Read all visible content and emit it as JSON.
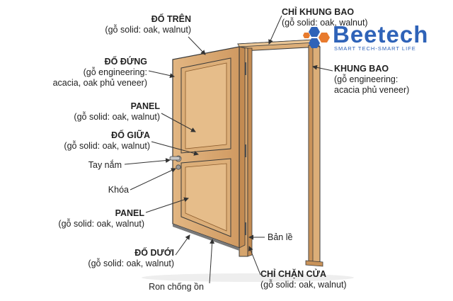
{
  "labels": {
    "do_tren": {
      "title": "ĐỐ TRÊN",
      "sub": "(gỗ solid: oak, walnut)"
    },
    "do_dung": {
      "title": "ĐỐ ĐỨNG",
      "sub1": "(gỗ engineering:",
      "sub2": "acacia, oak phủ veneer)"
    },
    "panel_top": {
      "title": "PANEL",
      "sub": "(gỗ solid: oak, walnut)"
    },
    "do_giua": {
      "title": "ĐỐ GIỮA",
      "sub": "(gỗ solid: oak, walnut)"
    },
    "tay_nam": {
      "text": "Tay nắm"
    },
    "khoa": {
      "text": "Khóa"
    },
    "panel_bottom": {
      "title": "PANEL",
      "sub": "(gỗ solid: oak, walnut)"
    },
    "do_duoi": {
      "title": "ĐỐ DƯỚI",
      "sub": "(gỗ solid: oak, walnut)"
    },
    "ron_chong_on": {
      "text": "Ron chống ồn"
    },
    "chi_khung_bao": {
      "title": "CHỈ KHUNG BAO",
      "sub": "(gỗ solid: oak, walnut)"
    },
    "khung_bao": {
      "title": "KHUNG BAO",
      "sub1": "(gỗ engineering:",
      "sub2": "acacia phủ veneer)"
    },
    "ban_le": {
      "text": "Bản lề"
    },
    "chi_chan_cua": {
      "title": "CHỈ CHẶN CỬA",
      "sub": "(gỗ solid: oak, walnut)"
    }
  },
  "logo": {
    "name": "Beetech",
    "tagline": "SMART TECH-SMART LIFE",
    "color": "#2f63b8"
  },
  "colors": {
    "wood": "#dcae78",
    "wood_dark": "#b98350",
    "wood_light": "#ecc898",
    "line": "#3a3a3a"
  }
}
